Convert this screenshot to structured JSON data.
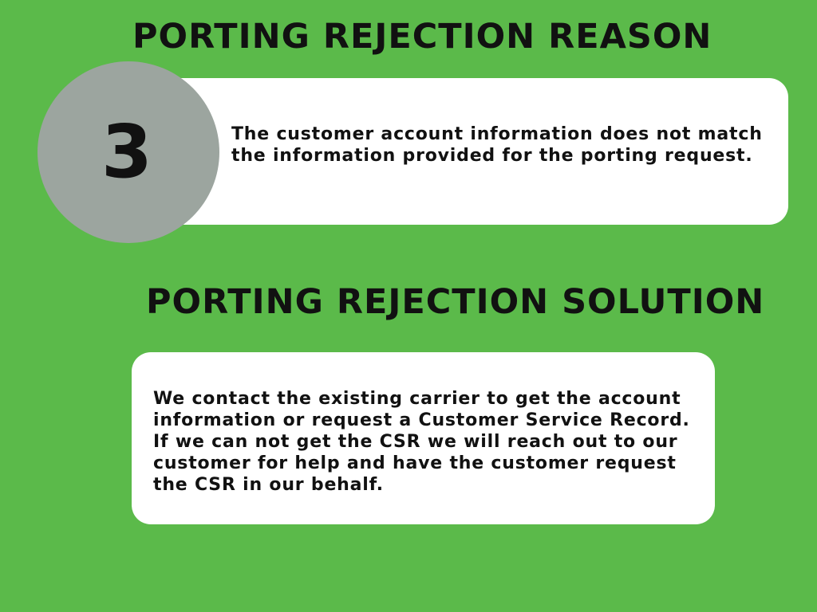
{
  "colors": {
    "background": "#5bba4a",
    "card": "#ffffff",
    "badge": "#9ca59f",
    "text": "#111111"
  },
  "reason": {
    "heading": "PORTING REJECTION REASON",
    "number": "3",
    "lines": [
      "The customer account information does not match",
      "the information provided for the porting request."
    ]
  },
  "solution": {
    "heading": "PORTING REJECTION SOLUTION",
    "lines": [
      "We contact the existing carrier to get the account",
      "information or request a Customer Service Record.",
      "If we can not get the CSR we will reach out to our",
      "customer for help and have the customer request",
      "the CSR in our behalf."
    ]
  }
}
